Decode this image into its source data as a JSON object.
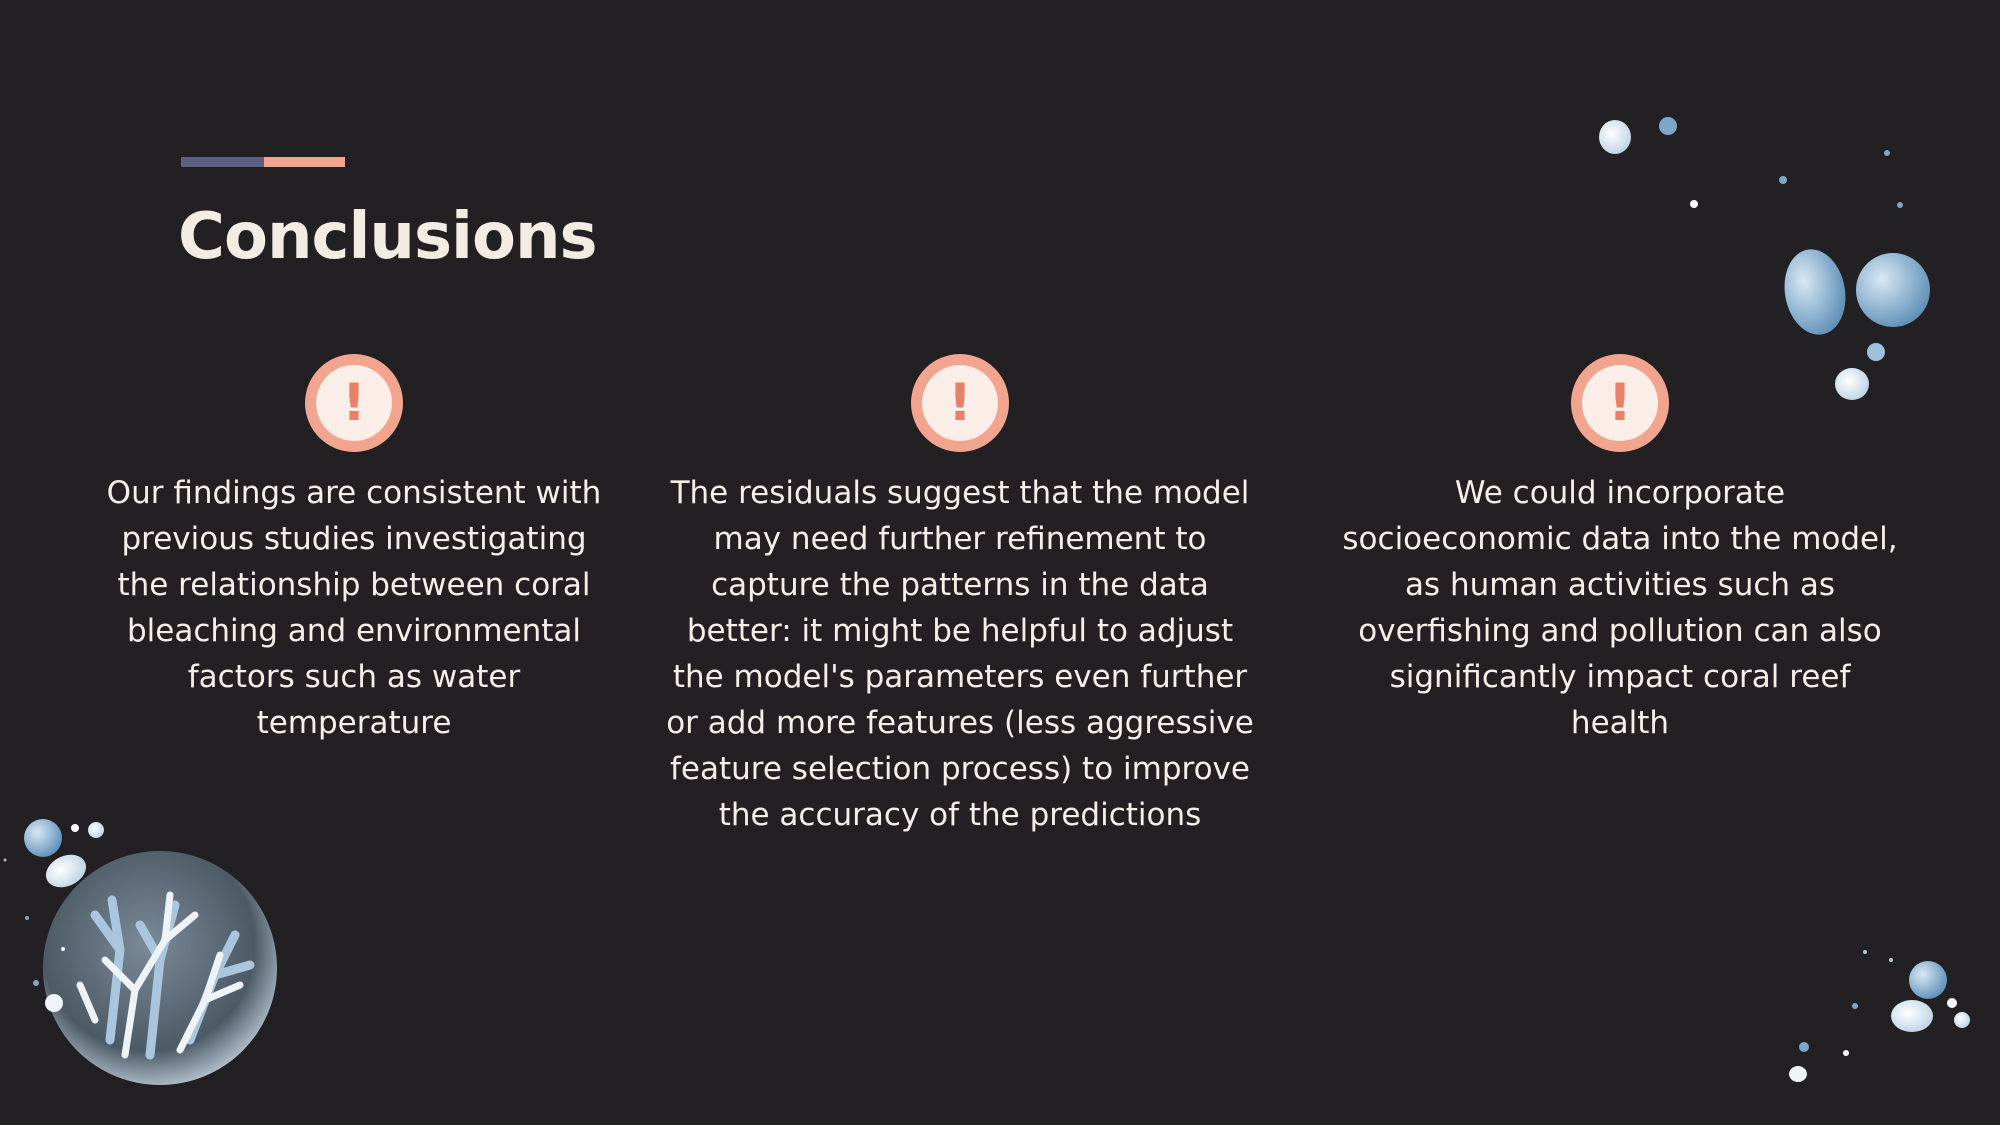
{
  "slide": {
    "title": "Conclusions",
    "accent_colors": [
      "#5e6083",
      "#f2a58e"
    ],
    "background_color": "#222022",
    "icon_name": "exclamation-circle-icon",
    "icon_color": "#f2a58e",
    "columns": [
      {
        "icon_glyph": "!",
        "text": "Our findings are consistent with previous studies investigating the relationship between coral bleaching and environmental factors such as water temperature"
      },
      {
        "icon_glyph": "!",
        "text": "The residuals suggest that the model may need further refinement to capture the patterns in the data better: it might be helpful to adjust the model's parameters even further or add more features (less aggressive feature selection process) to improve the accuracy of the predictions"
      },
      {
        "icon_glyph": "!",
        "text": "We could incorporate socioeconomic data into the model, as human activities such as overfishing and pollution can also significantly impact coral reef health"
      }
    ],
    "decorations": [
      "water-bubbles-illustration",
      "coral-sphere-illustration"
    ]
  }
}
